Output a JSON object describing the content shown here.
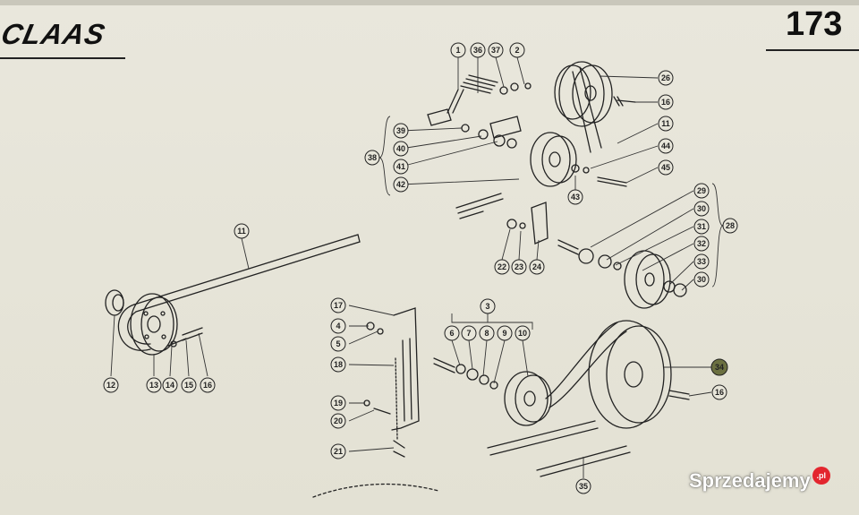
{
  "header": {
    "brand": "CLAAS",
    "page_number": "173"
  },
  "watermark": {
    "text": "Sprzedajemy",
    "badge": ".pl"
  },
  "colors": {
    "paper": "#e6e4d8",
    "ink": "#222222",
    "highlight_callout": "#6b7040",
    "watermark_badge": "#e3262e"
  },
  "callouts": {
    "c1": "1",
    "c36": "36",
    "c37": "37",
    "c2": "2",
    "c26": "26",
    "c16a": "16",
    "c11a": "11",
    "c44": "44",
    "c45": "45",
    "c43": "43",
    "c39": "39",
    "c40": "40",
    "c41": "41",
    "c42": "42",
    "c38": "38",
    "c29": "29",
    "c30a": "30",
    "c31": "31",
    "c32": "32",
    "c33": "33",
    "c30b": "30",
    "c28": "28",
    "c22": "22",
    "c23": "23",
    "c24": "24",
    "c11b": "11",
    "c12": "12",
    "c13": "13",
    "c14": "14",
    "c15": "15",
    "c16b": "16",
    "c17": "17",
    "c4": "4",
    "c5": "5",
    "c18": "18",
    "c19": "19",
    "c20": "20",
    "c21": "21",
    "c3": "3",
    "c6": "6",
    "c7": "7",
    "c8": "8",
    "c9": "9",
    "c10": "10",
    "c34": "34",
    "c16c": "16",
    "c35": "35"
  }
}
